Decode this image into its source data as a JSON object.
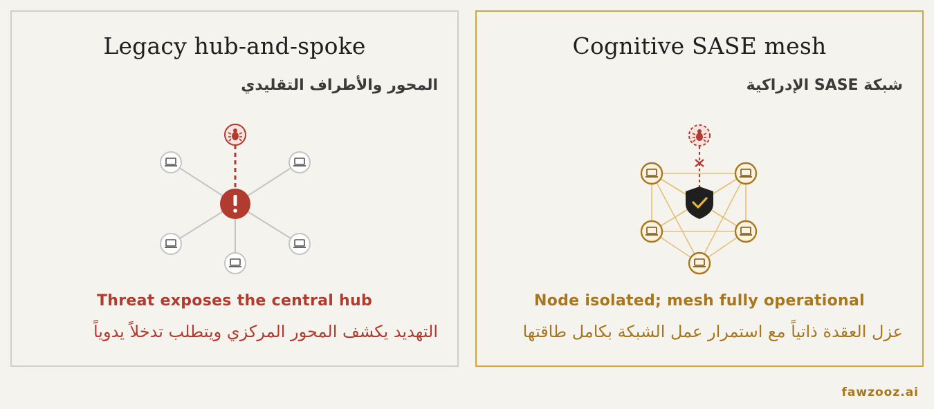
{
  "legacy": {
    "title": "Legacy hub-and-spoke",
    "subtitle_ar": "المحور والأطراف التقليدي",
    "caption": "Threat exposes the central hub",
    "caption_ar": "التهديد يكشف المحور المركزي ويتطلب تدخلاً يدوياً"
  },
  "sase": {
    "title": "Cognitive SASE mesh",
    "subtitle_ar": "شبكة SASE الإدراكية",
    "caption": "Node isolated; mesh fully operational",
    "caption_ar": "عزل العقدة ذاتياً مع استمرار عمل الشبكة بكامل طاقتها"
  },
  "brand": "fawzooz.ai",
  "colors": {
    "threat_red": "#b03b2e",
    "mesh_gold": "#d4a634",
    "node_gray": "#c4c4c4",
    "shield_dark": "#1f1f1f"
  }
}
